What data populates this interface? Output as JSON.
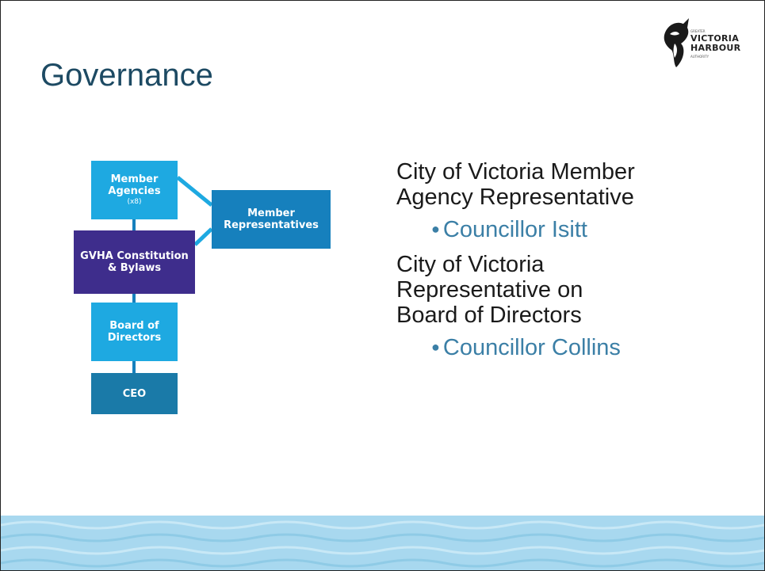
{
  "slide": {
    "title": "Governance"
  },
  "logo": {
    "line1": "VICTORIA",
    "line2": "HARBOUR",
    "top_small": "GREATER",
    "bottom_small": "AUTHORITY"
  },
  "org_chart": {
    "member_agencies": {
      "line1": "Member",
      "line2": "Agencies",
      "sub": "(x8)"
    },
    "member_representatives": {
      "line1": "Member",
      "line2": "Representatives"
    },
    "constitution": {
      "line1": "GVHA Constitution",
      "line2": "& Bylaws"
    },
    "board": {
      "line1": "Board of",
      "line2": "Directors"
    },
    "ceo": {
      "label": "CEO"
    }
  },
  "content": {
    "heading1_line1": "City of Victoria Member",
    "heading1_line2": "Agency Representative",
    "bullet1": "Councillor Isitt",
    "heading2_line1": "City of Victoria",
    "heading2_line2": "Representative on",
    "heading2_line3": "Board of Directors",
    "bullet2": "Councillor Collins"
  },
  "colors": {
    "title": "#1d4a63",
    "box_light": "#1ea9e1",
    "box_purple": "#3e2d8c",
    "box_mid": "#1680bd",
    "box_dark": "#1a7aa8",
    "bullet_text": "#3b7fa6",
    "waves": "#a8d8ef"
  }
}
